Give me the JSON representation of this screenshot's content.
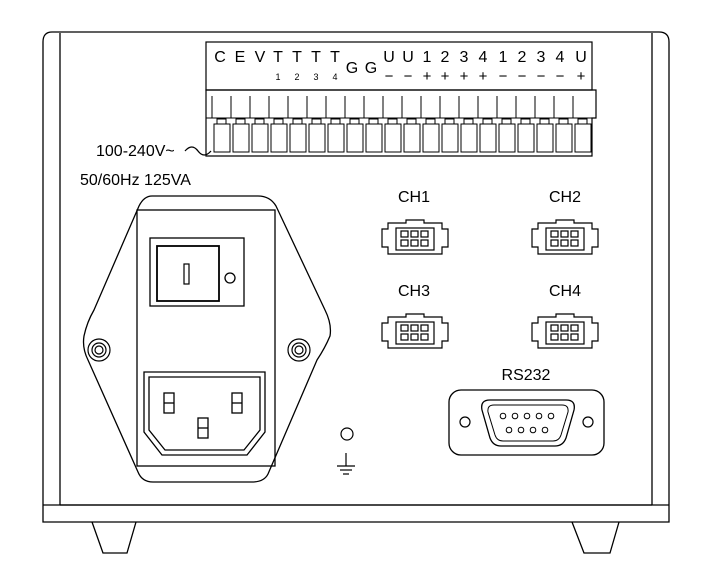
{
  "terminal": {
    "top_labels": [
      "C",
      "E",
      "V",
      "T",
      "T",
      "T",
      "T",
      "G",
      "G",
      "U",
      "U",
      "1",
      "2",
      "3",
      "4",
      "1",
      "2",
      "3",
      "4",
      "U"
    ],
    "sub_labels": [
      "",
      "",
      "",
      "1",
      "2",
      "3",
      "4",
      "",
      "",
      "−",
      "−",
      "+",
      "+",
      "+",
      "+",
      "−",
      "−",
      "−",
      "−",
      "+"
    ]
  },
  "power": {
    "voltage": "100-240V~",
    "rating": "50/60Hz 125VA"
  },
  "channels": [
    "CH1",
    "CH2",
    "CH3",
    "CH4"
  ],
  "serial": {
    "label": "RS232"
  }
}
